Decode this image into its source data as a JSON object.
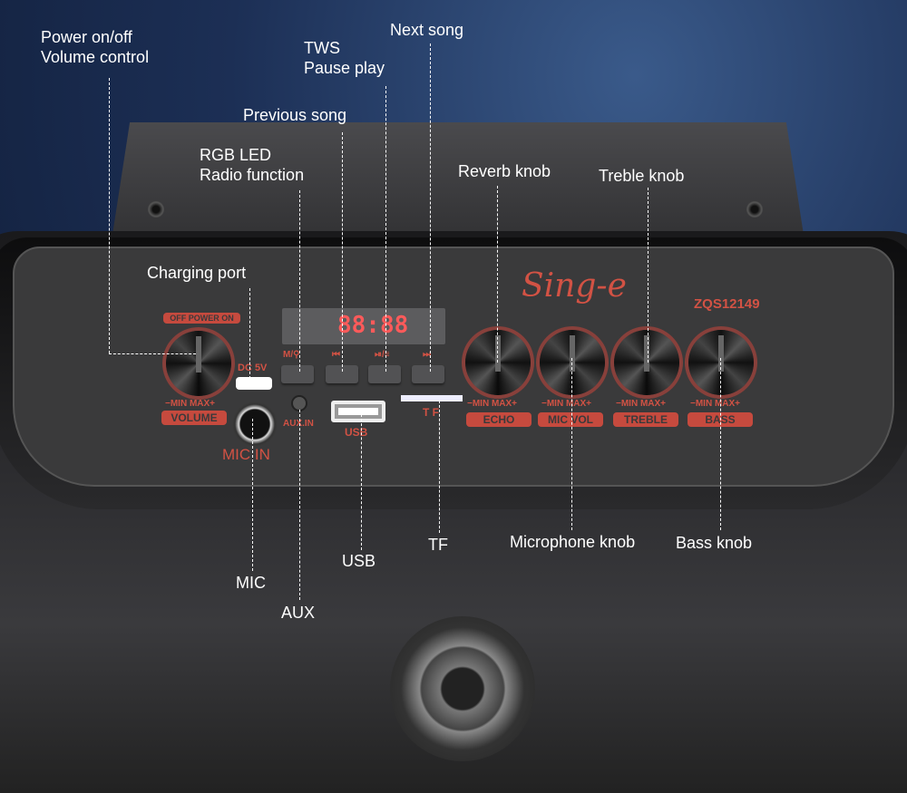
{
  "callouts": {
    "power": [
      "Power on/off",
      "Volume control"
    ],
    "tws": [
      "TWS",
      "Pause play"
    ],
    "next": "Next song",
    "previous": "Previous song",
    "rgb": [
      "RGB LED",
      "Radio function"
    ],
    "reverb": "Reverb knob",
    "treble": "Treble knob",
    "charging": "Charging port",
    "mic": "MIC",
    "aux": "AUX",
    "usb": "USB",
    "tf": "TF",
    "microphone": "Microphone knob",
    "bass": "Bass knob"
  },
  "panel": {
    "brand": "Sing-e",
    "model": "ZQS12149",
    "power_tag": "OFF POWER ON",
    "display": "88:88",
    "dc": "DC 5V",
    "buttons": [
      "M/⚲",
      "⏮",
      "⏯/≡",
      "⏭"
    ],
    "minmax": "−MIN  MAX+",
    "volume": "VOLUME",
    "mic_in": "MIC IN",
    "aux_in": "AUX.IN",
    "usb": "USB",
    "tf": "T F",
    "knobs": [
      "ECHO",
      "MIC VOL",
      "TREBLE",
      "BASS"
    ],
    "accent": "#c64a3e"
  }
}
